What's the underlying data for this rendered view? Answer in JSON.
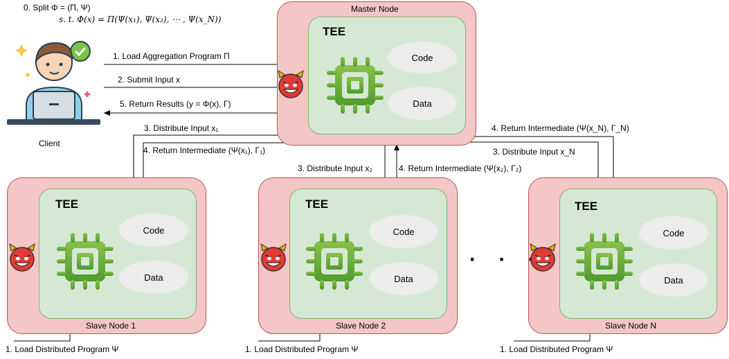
{
  "split": {
    "line1": "0. Split  Φ = (Π, Ψ)",
    "line2": "s. t. Φ(x) = Π(Ψ(x₁), Ψ(x₂), ⋯ , Ψ(x_N))"
  },
  "client": {
    "label": "Client"
  },
  "master": {
    "title": "Master Node",
    "tee": "TEE",
    "code": "Code",
    "data": "Data"
  },
  "slaves": [
    {
      "title": "Slave Node 1",
      "tee": "TEE",
      "code": "Code",
      "data": "Data",
      "load": "1. Load Distributed Program Ψ"
    },
    {
      "title": "Slave Node 2",
      "tee": "TEE",
      "code": "Code",
      "data": "Data",
      "load": "1. Load Distributed Program  Ψ"
    },
    {
      "title": "Slave Node N",
      "tee": "TEE",
      "code": "Code",
      "data": "Data",
      "load": "1. Load Distributed Program Ψ"
    }
  ],
  "dots": "· · ·",
  "client_arrows": {
    "load": "1. Load Aggregation Program Π",
    "submit": "2. Submit Input x",
    "results": "5. Return Results (y = Φ(x), Γ)"
  },
  "slave_arrows": {
    "dist1": "3. Distribute Input  x₁",
    "ret1": "4. Return Intermediate (Ψ(x₁), Γ₁)",
    "dist2": "3. Distribute Input x₂",
    "ret2": "4. Return Intermediate  (Ψ(x₂), Γ₂)",
    "retN": "4. Return Intermediate  (Ψ(x_N), Γ_N)",
    "distN": "3. Distribute Input x_N"
  }
}
